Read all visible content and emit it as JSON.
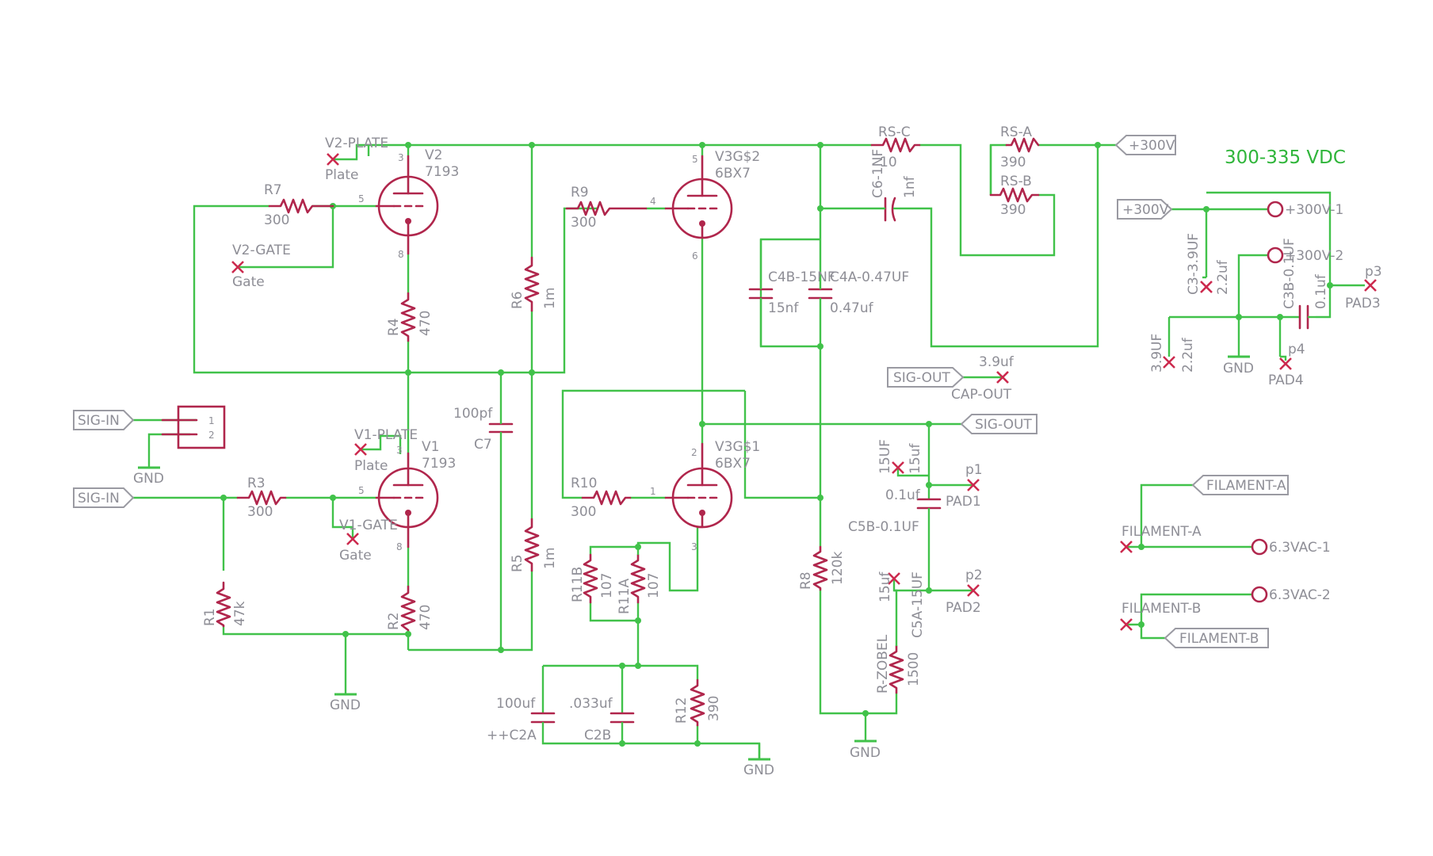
{
  "title": "300-335 VDC",
  "tubes": {
    "v2": {
      "name": "V2",
      "type": "7193",
      "pin_top": "3",
      "pin_grid": "5",
      "pin_bottom": "8"
    },
    "v1": {
      "name": "V1",
      "type": "7193",
      "pin_top": "3",
      "pin_grid": "5",
      "pin_bottom": "8"
    },
    "v3g2": {
      "name": "V3G$2",
      "type": "6BX7",
      "pin_top": "5",
      "pin_grid": "4",
      "pin_bottom": "6"
    },
    "v3g1": {
      "name": "V3G$1",
      "type": "6BX7",
      "pin_top": "2",
      "pin_grid": "1",
      "pin_bottom": "3"
    }
  },
  "resistors": {
    "r7": {
      "name": "R7",
      "value": "300"
    },
    "r3": {
      "name": "R3",
      "value": "300"
    },
    "r9": {
      "name": "R9",
      "value": "300"
    },
    "r10": {
      "name": "R10",
      "value": "300"
    },
    "r4": {
      "name": "R4",
      "value": "470"
    },
    "r2": {
      "name": "R2",
      "value": "470"
    },
    "r1": {
      "name": "R1",
      "value": "47k"
    },
    "r6": {
      "name": "R6",
      "value": "1m"
    },
    "r5": {
      "name": "R5",
      "value": "1m"
    },
    "r11b": {
      "name": "R11B",
      "value": "107"
    },
    "r11a": {
      "name": "R11A",
      "value": "107"
    },
    "r12": {
      "name": "R12",
      "value": "390"
    },
    "r8": {
      "name": "R8",
      "value": "120k"
    },
    "rsc": {
      "name": "RS-C",
      "value": "10"
    },
    "rsa": {
      "name": "RS-A",
      "value": "390"
    },
    "rsb": {
      "name": "RS-B",
      "value": "390"
    },
    "rzobel": {
      "name": "R-ZOBEL",
      "value": "1500"
    }
  },
  "capacitors": {
    "c7": {
      "name": "C7",
      "value": "100pf"
    },
    "c2a": {
      "name": "++C2A",
      "value": "100uf"
    },
    "c2b": {
      "name": "C2B",
      "value": ".033uf"
    },
    "c4b": {
      "name": "C4B-15NF",
      "value": "15nf"
    },
    "c4a": {
      "name": "C4A-0.47UF",
      "value": "0.47uf"
    },
    "c6": {
      "name": "C6-1NF",
      "value": "1nf"
    },
    "c5b": {
      "name": "C5B-0.1UF",
      "value": "0.1uf"
    },
    "c5a": {
      "name": "C5A-15UF",
      "value": "15uf"
    },
    "c3": {
      "name": "C3-3.9UF",
      "value": "2.2uf"
    },
    "c3b": {
      "name": "C3B-0.1UF",
      "value": "0.1uf"
    }
  },
  "labels": {
    "plate": "Plate",
    "gate": "Gate",
    "v2_plate": "V2-PLATE",
    "v2_gate": "V2-GATE",
    "v1_plate": "V1-PLATE",
    "v1_gate": "V1-GATE",
    "gnd": "GND",
    "cap_out": "CAP-OUT",
    "cap_out_value": "3.9uf",
    "p1": "p1",
    "pad1": "PAD1",
    "p2": "p2",
    "pad2": "PAD2",
    "p3": "p3",
    "pad3": "PAD3",
    "p4": "p4",
    "pad4": "PAD4",
    "uf15_a": "15UF",
    "uf15_b": "15uf",
    "uf15_c": "15uf",
    "uf39": "3.9UF",
    "uf22": "2.2uf",
    "filament_a": "FILAMENT-A",
    "filament_b": "FILAMENT-B",
    "v300_1": "+300V-1",
    "v300_2": "+300V-2",
    "vac1": "6.3VAC-1",
    "vac2": "6.3VAC-2",
    "conn_pin1": "1",
    "conn_pin2": "2"
  },
  "flags": {
    "sig_in": "SIG-IN",
    "sig_out": "SIG-OUT",
    "plus300": "+300V",
    "filament_a": "FILAMENT-A",
    "filament_b": "FILAMENT-B"
  },
  "colors": {
    "wire": "#41c24a",
    "part": "#b0264c",
    "text": "#8e8e96",
    "title": "#2fb53a"
  }
}
